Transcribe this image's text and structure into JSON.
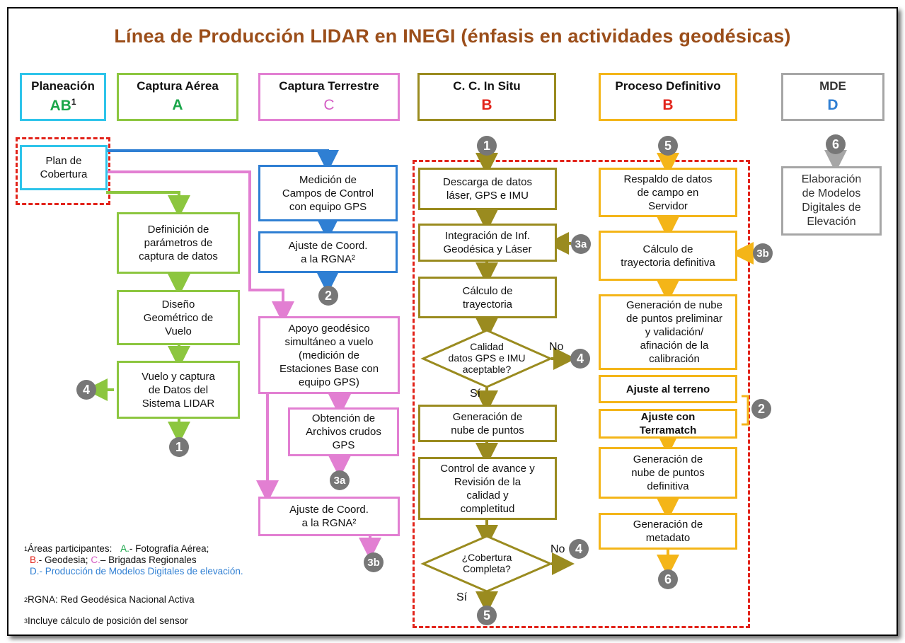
{
  "title": "Línea de Producción LIDAR en INEGI (énfasis en actividades geodésicas)",
  "headers": [
    {
      "label": "Planeación",
      "code": "AB",
      "code_sup": "1",
      "code_color": "#1aa64a"
    },
    {
      "label": "Captura Aérea",
      "code": "A",
      "code_color": "#1aa64a"
    },
    {
      "label": "Captura Terrestre",
      "code": "C",
      "code_color": "#d45ec4"
    },
    {
      "label": "C. C. In Situ",
      "code": "B",
      "code_color": "#e2231a"
    },
    {
      "label": "Proceso  Definitivo",
      "code": "B",
      "code_color": "#e2231a"
    },
    {
      "label": "MDE",
      "code": "D",
      "code_color": "#2f7fd3"
    }
  ],
  "planeacion": {
    "plan": "Plan de\nCobertura"
  },
  "captura_aerea": [
    "Definición de\nparámetros de\ncaptura de datos",
    "Diseño\nGeométrico de\nVuelo",
    "Vuelo y captura\nde Datos del\nSistema LIDAR"
  ],
  "control": [
    "Medición de\nCampos de Control\ncon equipo  GPS",
    "Ajuste de Coord.\na la RGNA²"
  ],
  "captura_terrestre": [
    "Apoyo geodésico\nsimultáneo a vuelo\n(medición de\nEstaciones Base con\nequipo GPS)",
    "Obtención de\nArchivos crudos\nGPS",
    "Ajuste de Coord.\na la RGNA²"
  ],
  "insitu": [
    "Descarga de datos\nláser, GPS e IMU",
    "Integración de Inf.\nGeodésica y Láser",
    "Cálculo de\ntrayectoria",
    "Generación de\nnube de puntos",
    "Control de avance y\nRevisión de la\ncalidad y\ncompletitud"
  ],
  "decisions": {
    "calidad": "Calidad\ndatos GPS e IMU\naceptable?",
    "cobertura": "¿Cobertura\nCompleta?",
    "no": "No",
    "si": "Sí"
  },
  "definitivo": [
    "Respaldo de datos\nde campo en\nServidor",
    "Cálculo de\ntrayectoria definitiva",
    "Generación de nube\nde puntos preliminar\ny validación/\nafinación de la\ncalibración",
    "Ajuste al terreno",
    "Ajuste con\nTerramatch",
    "Generación de\nnube de puntos\ndefinitiva",
    "Generación de\nmetadato"
  ],
  "mde": "Elaboración\nde Modelos\nDigitales de\nElevación",
  "badges": {
    "b1": "1",
    "b2": "2",
    "b3a": "3a",
    "b3b": "3b",
    "b4": "4",
    "b5": "5",
    "b6": "6"
  },
  "notes": {
    "n1_sup": "1",
    "n1_text": "Áreas participantes:",
    "n1_a": "A.",
    "n1_a_text": "- Fotografía Aérea;",
    "n1_b": "B.",
    "n1_b_text": "- Geodesia;",
    "n1_c": "C.",
    "n1_c_text": "– Brigadas Regionales",
    "n1_d": "D.- Producción de Modelos Digitales de elevación.",
    "n2_sup": "2",
    "n2": "RGNA: Red Geodésica Nacional Activa",
    "n3_sup": "3",
    "n3": "Incluye cálculo de posición del sensor"
  },
  "colors": {
    "title": "#9b4e1a",
    "planeacion": "#2ec4ea",
    "aerea": "#8cc63f",
    "terrestre": "#e27fd2",
    "insitu": "#9a8b1f",
    "definitivo": "#f4b518",
    "mde": "#a6a6a6",
    "control": "#2f7fd3",
    "dashed": "#e2231a",
    "badge": "#777777"
  }
}
